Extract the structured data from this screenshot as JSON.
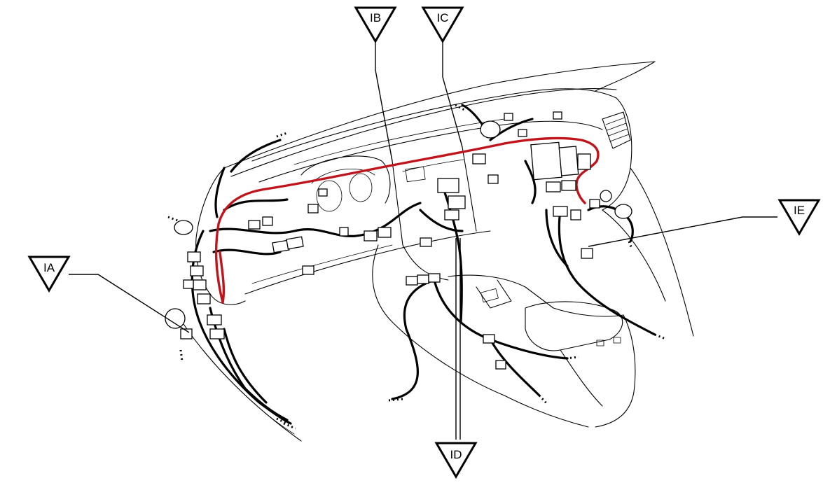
{
  "callouts": {
    "ia": "IA",
    "ib": "IB",
    "ic": "IC",
    "id": "ID",
    "ie": "IE"
  },
  "colors": {
    "highlighted_harness": "#c0141c",
    "linework": "#000000",
    "background": "#ffffff"
  }
}
